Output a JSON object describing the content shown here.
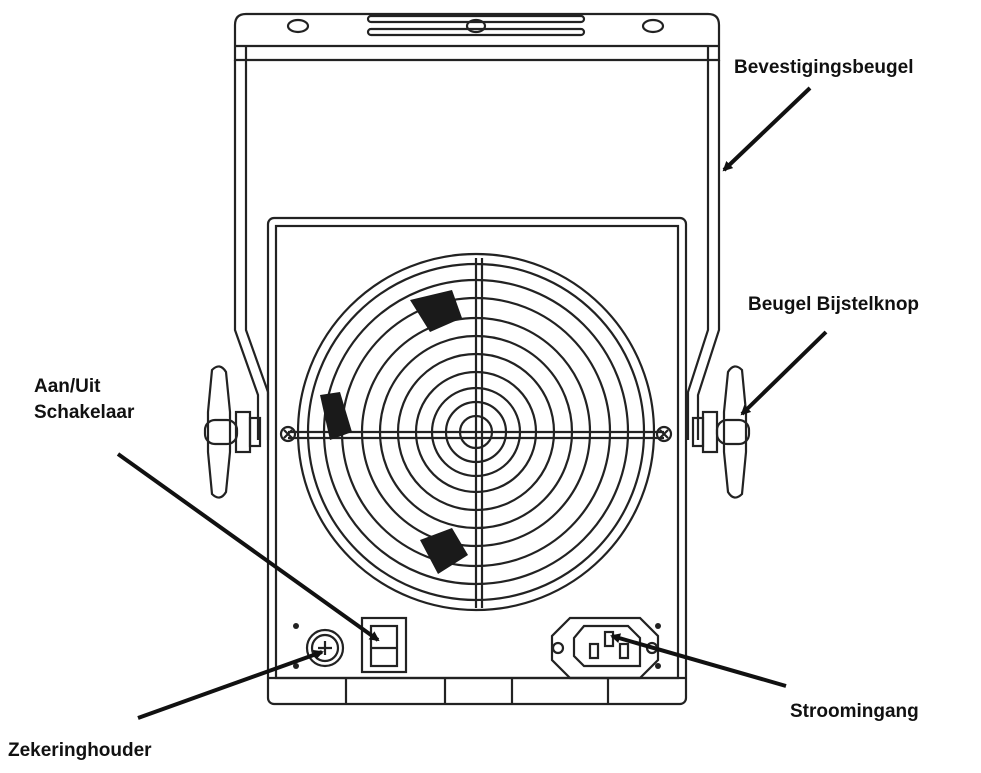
{
  "labels": {
    "bracket": "Bevestigingsbeugel",
    "knob": "Beugel Bijstelknop",
    "switch_line1": "Aan/Uit",
    "switch_line2": "Schakelaar",
    "power_inlet": "Stroomingang",
    "fuse_holder": "Zekeringhouder"
  },
  "colors": {
    "line": "#222222",
    "background": "#ffffff",
    "fan_blade": "#1a1a1a"
  }
}
